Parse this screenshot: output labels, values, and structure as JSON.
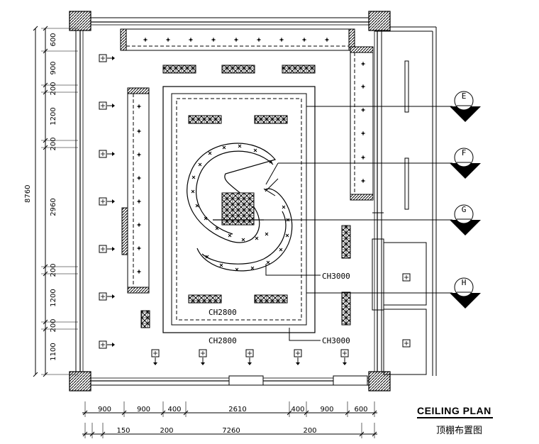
{
  "title": "CEILING PLAN",
  "subtitle": "顶棚布置图",
  "overall_dim": "8760",
  "left_dims": [
    "600",
    "900",
    "200",
    "1200",
    "200",
    "2960",
    "200",
    "1200",
    "200",
    "1100"
  ],
  "bottom_dims_row1": [
    "900",
    "900",
    "400",
    "2610",
    "400",
    "900",
    "600"
  ],
  "bottom_dims_row2": [
    "150",
    "200",
    "7260",
    "200"
  ],
  "labels": {
    "ch2800_inner": "CH2800",
    "ch2800_outer": "CH2800",
    "ch3000_center": "CH3000",
    "ch3000_outer": "CH3000"
  },
  "section_markers": [
    "E",
    "F",
    "G",
    "H"
  ]
}
